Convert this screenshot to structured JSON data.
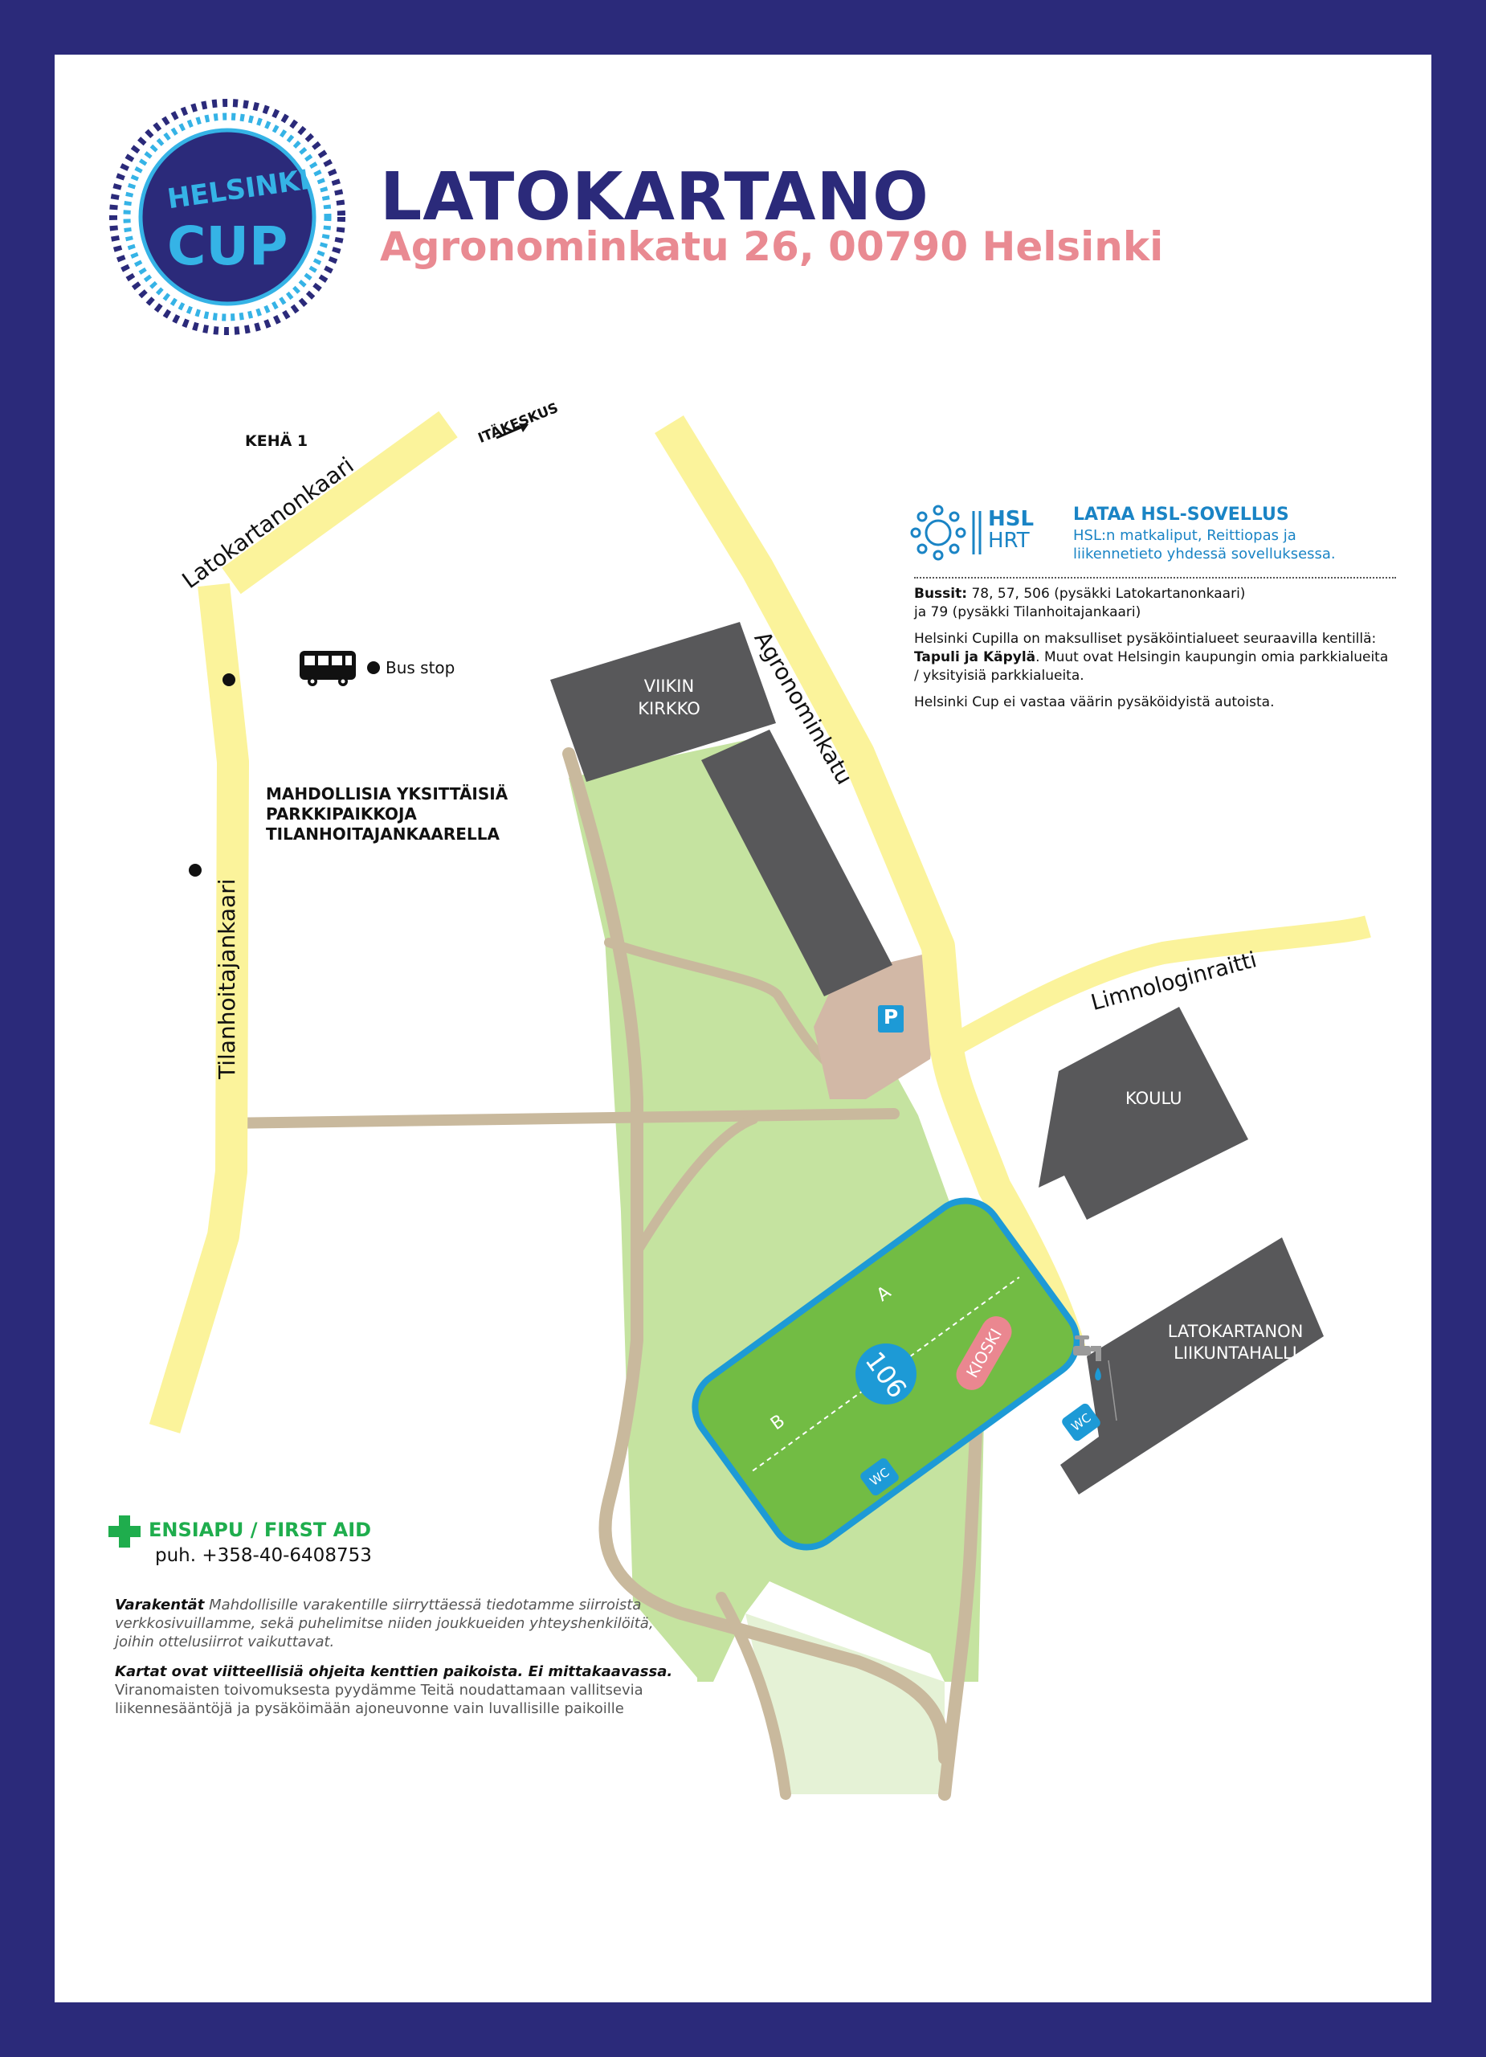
{
  "header": {
    "title": "LATOKARTANO",
    "address": "Agronominkatu 26, 00790 Helsinki",
    "logo_text": [
      "HELSINKI",
      "CUP"
    ]
  },
  "map": {
    "labels": {
      "keha1": "KEHÄ 1",
      "itakeskus": "ITÄKESKUS",
      "latokartanonkaari": "Latokartanonkaari",
      "agronominkatu": "Agronominkatu",
      "tilanhoitajankaari": "Tilanhoitajankaari",
      "limnologinraitti": "Limnologinraitti",
      "bus_stop": "Bus stop",
      "parking_note": [
        "MAHDOLLISIA YKSITTÄISIÄ",
        "PARKKIPAIKKOJA",
        "TILANHOITAJANKAARELLA"
      ],
      "viikin_kirkko": [
        "VIIKIN",
        "KIRKKO"
      ],
      "koulu": "KOULU",
      "liikuntahalli": [
        "LATOKARTANON",
        "LIIKUNTAHALLI"
      ],
      "parking_sign": "P",
      "field_number": "106",
      "field_a": "A",
      "field_b": "B",
      "kioski": "KIOSKI",
      "wc": "WC"
    },
    "colors": {
      "road": "#fbf39b",
      "park": "#c5e3a0",
      "park_light": "#e5f2d6",
      "path": "#c9b99d",
      "building": "#58585a",
      "field": "#72bc44",
      "field_border": "#1d9ad6",
      "parking": "#d2b8a6",
      "accent_blue": "#1d9ad6",
      "kiosk": "#ea8790",
      "frame": "#2b2a7a"
    }
  },
  "hsl": {
    "brand_top": "HSL",
    "brand_bottom": "HRT",
    "heading": "LATAA HSL-SOVELLUS",
    "subtext": [
      "HSL:n matkaliput, Reittiopas ja",
      "liikennetieto yhdessä sovelluksessa."
    ],
    "buses_label": "Bussit:",
    "buses_line1": " 78, 57, 506 (pysäkki Latokartanonkaari)",
    "buses_line2": "ja 79 (pysäkki Tilanhoitajankaari)",
    "parking_info_start": "Helsinki Cupilla on maksulliset pysäköintialueet seuraavilla kentillä: ",
    "parking_info_bold": "Tapuli ja Käpylä",
    "parking_info_end": ". Muut ovat Helsingin kaupungin omia parkkialueita / yksityisiä parkkialueita.",
    "disclaimer": "Helsinki Cup ei vastaa väärin pysäköidyistä autoista."
  },
  "first_aid": {
    "heading": "ENSIAPU / FIRST AID",
    "phone": "puh. +358-40-6408753"
  },
  "notes": {
    "varakentat_label": "Varakentät",
    "varakentat_text": " Mahdollisille varakentille siirryttäessä tiedotamme siirroista verkkosivuillamme, sekä puhelimitse niiden joukkueiden yhteyshenkilöitä, joihin ottelusiirrot vaikuttavat.",
    "maps_bold": "Kartat ovat viitteellisiä ohjeita kenttien paikoista. Ei mittakaavassa.",
    "maps_text": "Viranomaisten toivomuksesta pyydämme Teitä noudattamaan vallitsevia liikennesääntöjä ja pysäköimään ajoneuvonne vain luvallisille paikoille"
  }
}
